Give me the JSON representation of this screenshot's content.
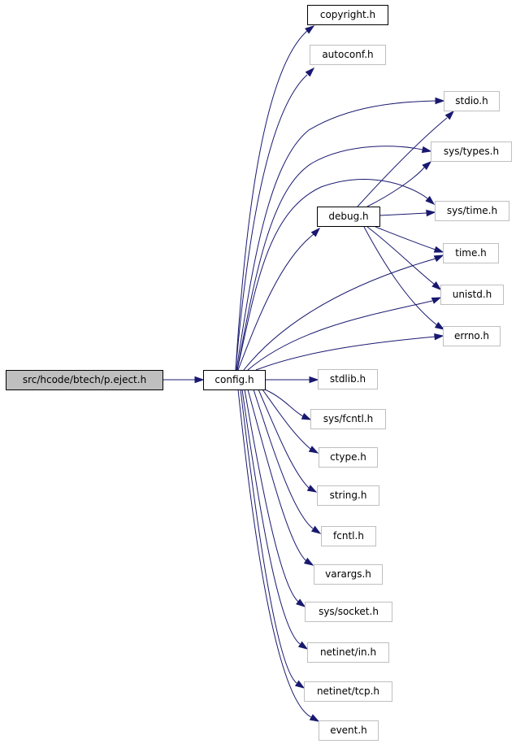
{
  "graph": {
    "nodes": {
      "root": "src/hcode/btech/p.eject.h",
      "config": "config.h",
      "copyright": "copyright.h",
      "autoconf": "autoconf.h",
      "stdio": "stdio.h",
      "systypes": "sys/types.h",
      "debug": "debug.h",
      "systime": "sys/time.h",
      "time": "time.h",
      "unistd": "unistd.h",
      "errno": "errno.h",
      "stdlib": "stdlib.h",
      "sysfcntl": "sys/fcntl.h",
      "ctype": "ctype.h",
      "string": "string.h",
      "fcntl": "fcntl.h",
      "varargs": "varargs.h",
      "syssocket": "sys/socket.h",
      "netinetin": "netinet/in.h",
      "netinettcp": "netinet/tcp.h",
      "event": "event.h"
    },
    "edges": [
      [
        "root",
        "config"
      ],
      [
        "config",
        "copyright"
      ],
      [
        "config",
        "autoconf"
      ],
      [
        "config",
        "stdio"
      ],
      [
        "config",
        "systypes"
      ],
      [
        "config",
        "debug"
      ],
      [
        "config",
        "systime"
      ],
      [
        "config",
        "time"
      ],
      [
        "config",
        "unistd"
      ],
      [
        "config",
        "errno"
      ],
      [
        "config",
        "stdlib"
      ],
      [
        "config",
        "sysfcntl"
      ],
      [
        "config",
        "ctype"
      ],
      [
        "config",
        "string"
      ],
      [
        "config",
        "fcntl"
      ],
      [
        "config",
        "varargs"
      ],
      [
        "config",
        "syssocket"
      ],
      [
        "config",
        "netinetin"
      ],
      [
        "config",
        "netinettcp"
      ],
      [
        "config",
        "event"
      ],
      [
        "debug",
        "stdio"
      ],
      [
        "debug",
        "systypes"
      ],
      [
        "debug",
        "systime"
      ],
      [
        "debug",
        "time"
      ],
      [
        "debug",
        "unistd"
      ],
      [
        "debug",
        "errno"
      ]
    ],
    "edge_color": "#191970",
    "root_fill": "#bfbfbf"
  }
}
